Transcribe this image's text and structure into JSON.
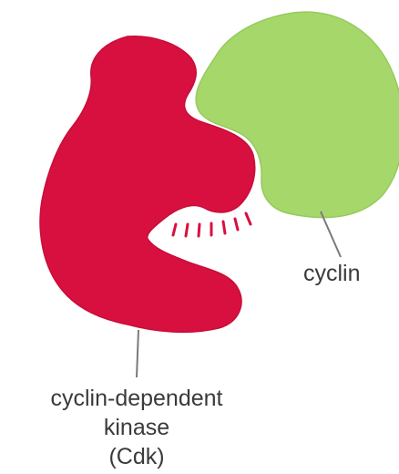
{
  "labels": {
    "cyclin": "cyclin",
    "cdk_line1": "cyclin-dependent",
    "cdk_line2": "kinase",
    "cdk_line3": "(Cdk)"
  },
  "colors": {
    "cyclin_fill": "#a6d76b",
    "cdk_fill": "#d8103f",
    "active_site_marks": "#d8103f",
    "leader_lines": "#7a7a7a",
    "label_text": "#3a3a3a"
  }
}
